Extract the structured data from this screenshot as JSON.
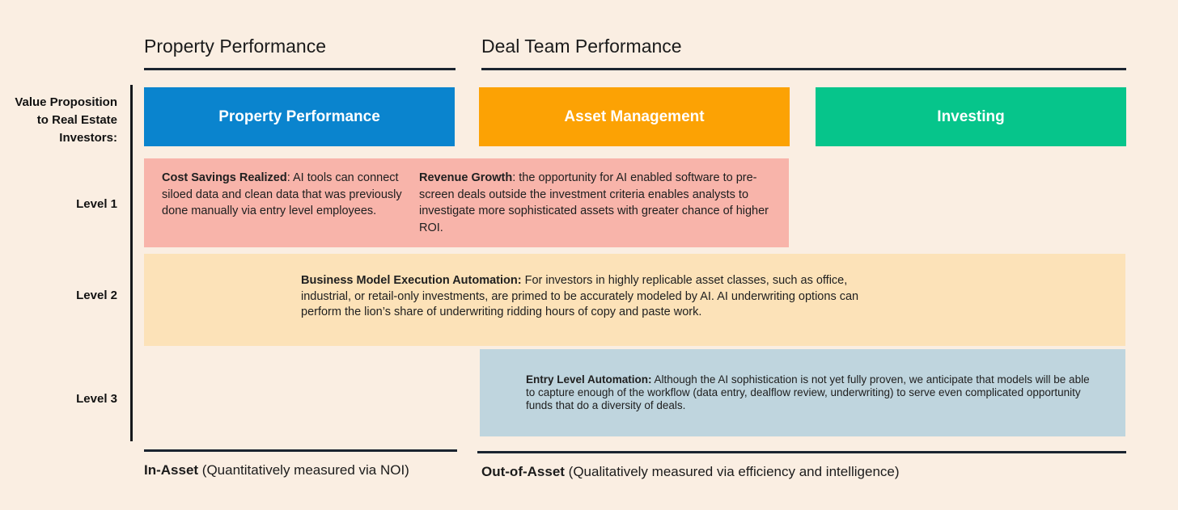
{
  "colors": {
    "background": "#FAEEE2",
    "category_blue": "#0A84CE",
    "category_orange": "#FCA204",
    "category_green": "#06C58B",
    "level1_pink": "#F8B4AA",
    "level2_cream": "#FCE2B8",
    "level3_blue": "#BFD5DE",
    "line": "#1A2430"
  },
  "column_headers": [
    {
      "label": "Property Performance"
    },
    {
      "label": "Deal Team Performance"
    }
  ],
  "row_axis": {
    "title": "Value Proposition to Real Estate Investors:",
    "levels": [
      "Level 1",
      "Level 2",
      "Level 3"
    ]
  },
  "category_boxes": [
    {
      "label": "Property Performance",
      "color": "#0A84CE"
    },
    {
      "label": "Asset Management",
      "color": "#FCA204"
    },
    {
      "label": "Investing",
      "color": "#06C58B"
    }
  ],
  "level1": {
    "cost_savings": {
      "bold": "Cost Savings Realized",
      "rest": ": AI tools can connect siloed data and clean data that was previously done manually via entry level employees."
    },
    "revenue_growth": {
      "bold": "Revenue Growth",
      "rest": ": the opportunity for AI enabled software to pre-screen deals outside the investment criteria enables analysts to investigate more sophisticated assets with greater chance of higher ROI."
    }
  },
  "level2": {
    "bold": "Business Model Execution Automation:",
    "rest": " For investors in highly replicable asset classes, such as office, industrial, or retail-only investments, are primed to be accurately modeled by AI. AI underwriting options can perform the lion’s share of underwriting ridding hours of copy and paste work."
  },
  "level3": {
    "bold": "Entry Level Automation:",
    "rest": " Although the AI sophistication is not yet fully proven, we anticipate that models will be able to capture enough of the workflow (data entry, dealflow review, underwriting) to serve even complicated opportunity funds that do a diversity of deals."
  },
  "footers": [
    {
      "bold": "In-Asset",
      "rest": " (Quantitatively measured via NOI)"
    },
    {
      "bold": "Out-of-Asset",
      "rest": " (Qualitatively measured via efficiency and intelligence)"
    }
  ]
}
